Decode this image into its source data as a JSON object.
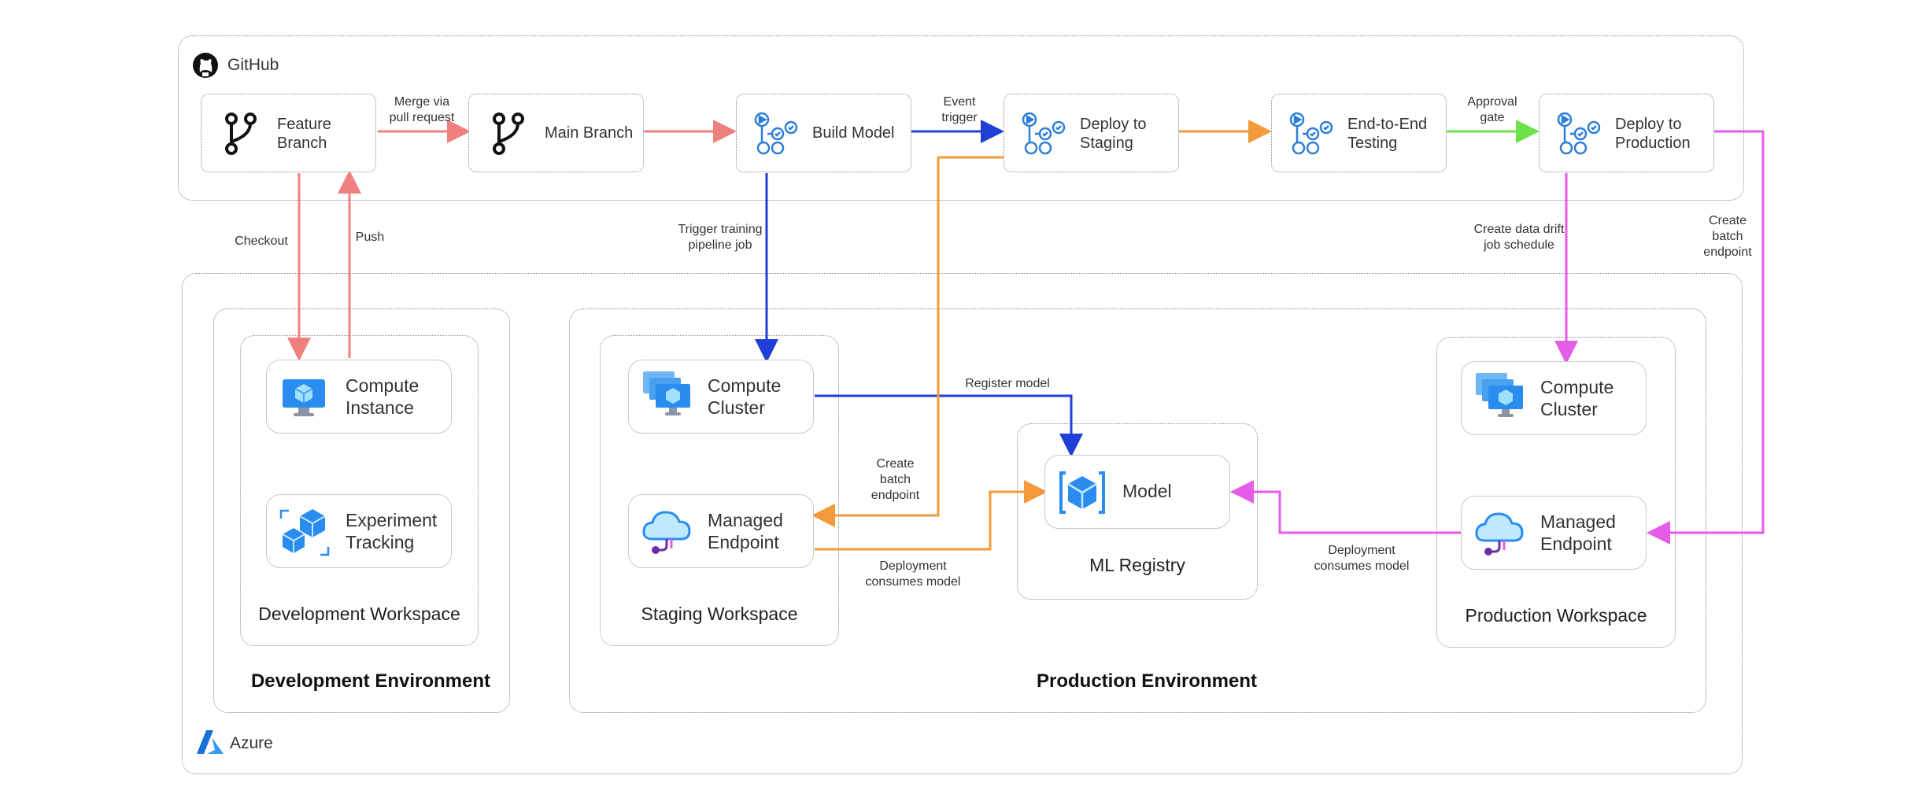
{
  "github": {
    "label": "GitHub"
  },
  "azure": {
    "label": "Azure"
  },
  "pipeline": {
    "feature_branch": "Feature\nBranch",
    "main_branch": "Main Branch",
    "build_model": "Build Model",
    "deploy_staging": "Deploy to\nStaging",
    "e2e_testing": "End-to-End\nTesting",
    "deploy_production": "Deploy to\nProduction"
  },
  "edges": {
    "merge": "Merge via\npull request",
    "event_trigger": "Event\ntrigger",
    "approval_gate": "Approval\ngate",
    "checkout": "Checkout",
    "push": "Push",
    "trigger_training": "Trigger training\npipeline job",
    "create_drift": "Create data drift\njob schedule",
    "create_batch_prod": "Create\nbatch\nendpoint",
    "register_model": "Register model",
    "create_batch_staging": "Create\nbatch\nendpoint",
    "deploy_consumes_staging": "Deployment\nconsumes model",
    "deploy_consumes_prod": "Deployment\nconsumes model"
  },
  "dev": {
    "compute_instance": "Compute\nInstance",
    "experiment_tracking": "Experiment\nTracking",
    "workspace": "Development Workspace",
    "environment": "Development Environment"
  },
  "staging": {
    "compute_cluster": "Compute\nCluster",
    "managed_endpoint": "Managed\nEndpoint",
    "workspace": "Staging Workspace"
  },
  "registry": {
    "model": "Model",
    "label": "ML Registry"
  },
  "production": {
    "compute_cluster": "Compute\nCluster",
    "managed_endpoint": "Managed\nEndpoint",
    "workspace": "Production Workspace",
    "environment": "Production Environment"
  },
  "colors": {
    "salmon": "#f08080",
    "blue": "#1f3fd6",
    "orange": "#f39a3a",
    "green": "#6fe24a",
    "magenta": "#e45ce8",
    "azure_blue": "#1a6fd8"
  }
}
